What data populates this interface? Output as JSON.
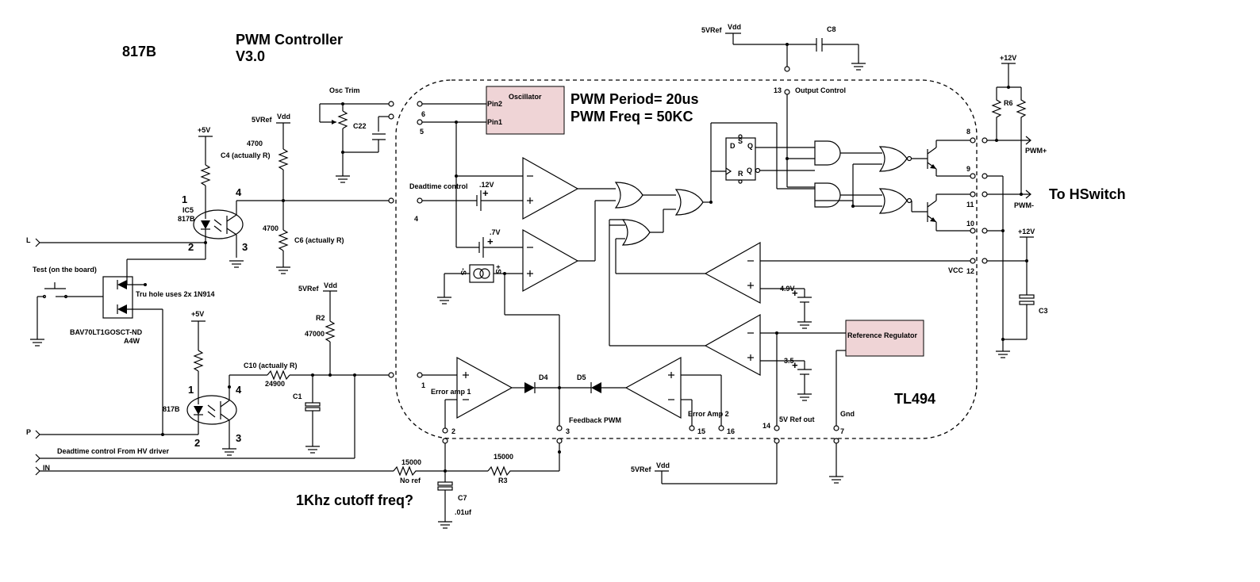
{
  "title": {
    "line1": "PWM Controller",
    "line2": "V3.0"
  },
  "opto_top_title": "817B",
  "period_text": {
    "line1": "PWM Period= 20us",
    "line2": "PWM Freq = 50KC"
  },
  "to_hswitch": "To HSwitch",
  "chip_name": "TL494",
  "cutoff_note": "1Khz cutoff freq?",
  "blocks": {
    "oscillator": "Oscillator",
    "pin2": "Pin2",
    "pin1": "Pin1",
    "reference": "Reference Regulator"
  },
  "labels": {
    "osc_trim": "Osc Trim",
    "c22": "C22",
    "c8": "C8",
    "output_control": "Output Control",
    "deadtime_control": "Deadtime control",
    "v12": ".12V",
    "v7": ".7V",
    "v49": "4.9V",
    "v35": "3.5",
    "vcc": "VCC",
    "error_amp1": "Error amp 1",
    "error_amp2": "Error Amp 2",
    "feedback_pwm": "Feedback PWM",
    "d4": "D4",
    "d5": "D5",
    "ref_out": "5V Ref out",
    "gnd": "Gnd",
    "pwm_plus": "PWM+",
    "pwm_minus": "PWM-",
    "r6": "R6",
    "c3": "C3",
    "p12v_a": "+12V",
    "p12v_b": "+12V",
    "p5v_a": "+5V",
    "p5v_b": "+5V",
    "vref_a": "5VRef",
    "vdd_a": "Vdd",
    "vref_b": "5VRef",
    "vdd_b": "Vdd",
    "vref_c": "5VRef",
    "vdd_c": "Vdd",
    "vref_d": "5VRef",
    "vdd_d": "Vdd",
    "r4700a": "4700",
    "c4": "C4 (actually R)",
    "r4700b": "4700",
    "c6": "C6 (actually R)",
    "ic5": "IC5",
    "ic5_type": "817B",
    "opto2": "817B",
    "l": "L",
    "p": "P",
    "in": "IN",
    "test": "Test (on the board)",
    "tru_hole": "Tru hole uses 2x 1N914",
    "bav": "BAV70LT1GOSCT-ND",
    "a4w": "A4W",
    "r2": "R2",
    "r47000": "47000",
    "c10": "C10 (actually R)",
    "r24900": "24900",
    "c1": "C1",
    "deadtime_hv": "Deadtime control  From HV driver",
    "r15000a": "15000",
    "no_ref": "No ref",
    "r15000b": "15000",
    "r3": "R3",
    "c7": "C7",
    "c7v": ".01uf",
    "s_minus": "-S",
    "s_plus": "+S"
  },
  "pins": {
    "p1": "1",
    "p2": "2",
    "p3": "3",
    "p4": "4",
    "p5": "5",
    "p6": "6",
    "p7": "7",
    "p8": "8",
    "p9": "9",
    "p10": "10",
    "p11": "11",
    "p12": "12",
    "p13": "13",
    "p14": "14",
    "p15": "15",
    "p16": "16"
  },
  "opto_pins": {
    "a1": "1",
    "a2": "2",
    "a3": "3",
    "a4": "4",
    "b1": "1",
    "b2": "2",
    "b3": "3",
    "b4": "4"
  },
  "ff": {
    "d": "D",
    "s": "S",
    "q": "Q",
    "r": "R",
    "qbar": "Q"
  },
  "colors": {
    "block_fill": "#efd4d6",
    "line": "#000000"
  }
}
